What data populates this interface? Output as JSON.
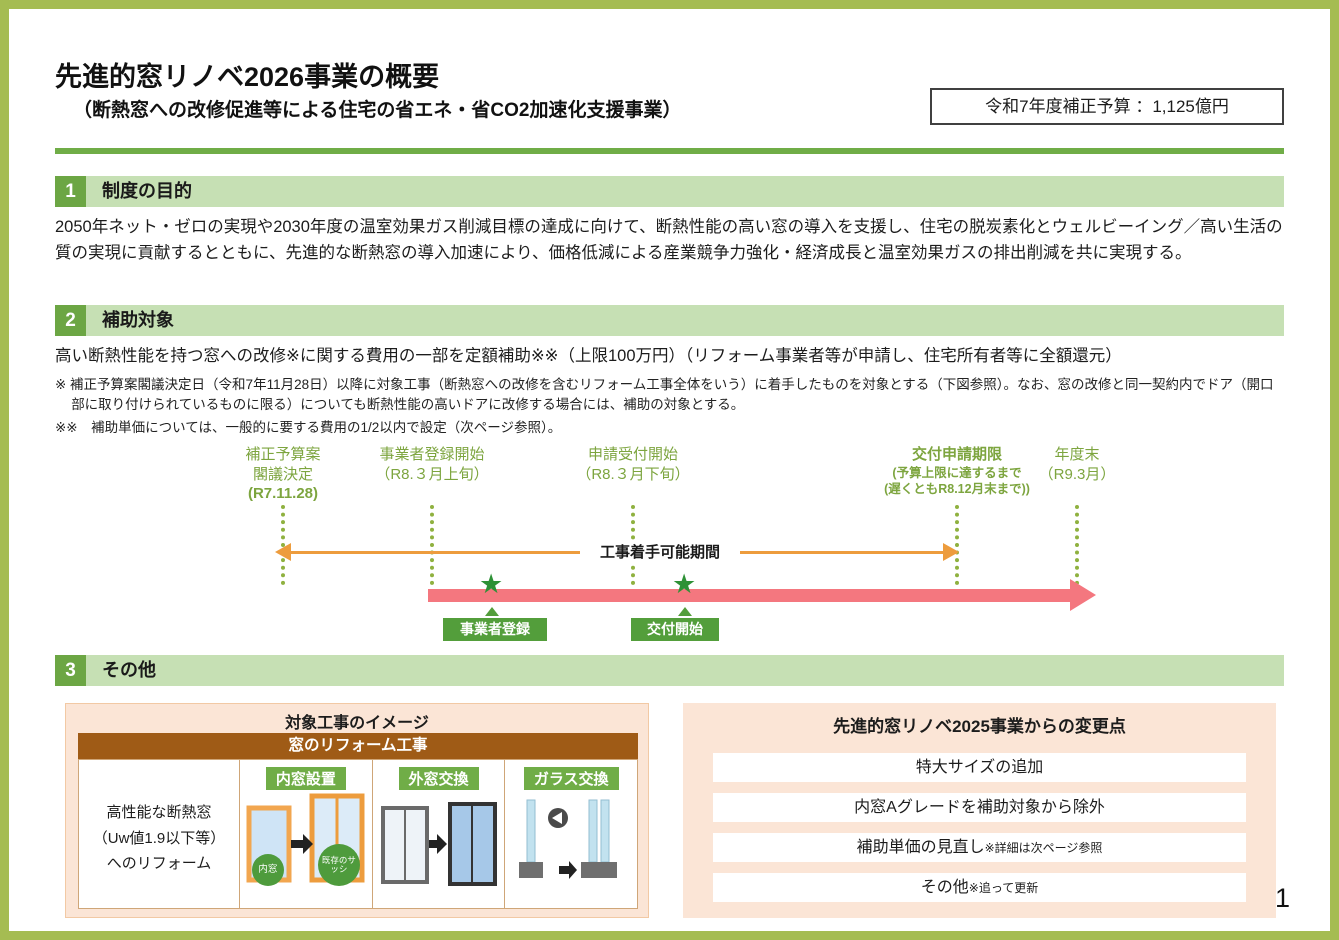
{
  "colors": {
    "frame_green": "#A5BC52",
    "accent_green": "#70AD47",
    "section_bar_green": "#C6E0B4",
    "milestone_text_green": "#7DA53F",
    "orange_arrow": "#ED9C3D",
    "pink_arrow": "#F4777F",
    "badge_green": "#539E3B",
    "brown_header": "#9F5B16",
    "peach_panel": "#FBE5D6"
  },
  "header": {
    "title": "先進的窓リノベ2026事業の概要",
    "subtitle": "（断熱窓への改修促進等による住宅の省エネ・省CO2加速化支援事業）",
    "budget": "令和7年度補正予算 ：1,125億円"
  },
  "section1": {
    "num": "1",
    "title": "制度の目的",
    "body": "2050年ネット・ゼロの実現や2030年度の温室効果ガス削減目標の達成に向けて、断熱性能の高い窓の導入を支援し、住宅の脱炭素化とウェルビーイング／高い生活の質の実現に貢献するとともに、先進的な断熱窓の導入加速により、価格低減による産業競争力強化・経済成長と温室効果ガスの排出削減を共に実現する。"
  },
  "section2": {
    "num": "2",
    "title": "補助対象",
    "body": "高い断熱性能を持つ窓への改修※に関する費用の一部を定額補助※※（上限100万円）（リフォーム事業者等が申請し、住宅所有者等に全額還元）",
    "note1": "※ 補正予算案閣議決定日（令和7年11月28日）以降に対象工事（断熱窓への改修を含むリフォーム工事全体をいう）に着手したものを対象とする（下図参照）。なお、窓の改修と同一契約内でドア（開口部に取り付けられているものに限る）についても断熱性能の高いドアに改修する場合には、補助の対象とする。",
    "note2": "※※　補助単価については、一般的に要する費用の1/2以内で設定（次ページ参照）。"
  },
  "section3": {
    "num": "3",
    "title": "その他"
  },
  "timeline": {
    "arrow_label": "工事着手可能期間",
    "milestones": [
      {
        "l1": "補正予算案",
        "l2": "閣議決定",
        "l3": "(R7.11.28)"
      },
      {
        "l1": "事業者登録開始",
        "l2": "（R8.３月上旬）"
      },
      {
        "l1": "申請受付開始",
        "l2": "（R8.３月下旬）"
      },
      {
        "l1": "交付申請期限",
        "l2": "(予算上限に達するまで",
        "l3": "(遅くともR8.12月末まで))"
      },
      {
        "l1": "年度末",
        "l2": "（R9.3月）"
      }
    ],
    "badge1": "事業者登録",
    "badge2": "交付開始"
  },
  "works": {
    "title": "対象工事のイメージ",
    "header": "窓のリフォーム工事",
    "target_l1": "高性能な断熱窓",
    "target_l2": "（Uw値1.9以下等）",
    "target_l3": "へのリフォーム",
    "col1_label": "内窓設置",
    "col2_label": "外窓交換",
    "col3_label": "ガラス交換",
    "tag_inner": "内窓",
    "tag_existing": "既存のサッシ"
  },
  "changes": {
    "title": "先進的窓リノベ2025事業からの変更点",
    "rows": [
      {
        "text": "特大サイズの追加",
        "note": ""
      },
      {
        "text": "内窓Aグレードを補助対象から除外",
        "note": ""
      },
      {
        "text": "補助単価の見直し",
        "note": "※詳細は次ページ参照"
      },
      {
        "text": "その他",
        "note": "※追って更新"
      }
    ]
  },
  "page_number": "1"
}
